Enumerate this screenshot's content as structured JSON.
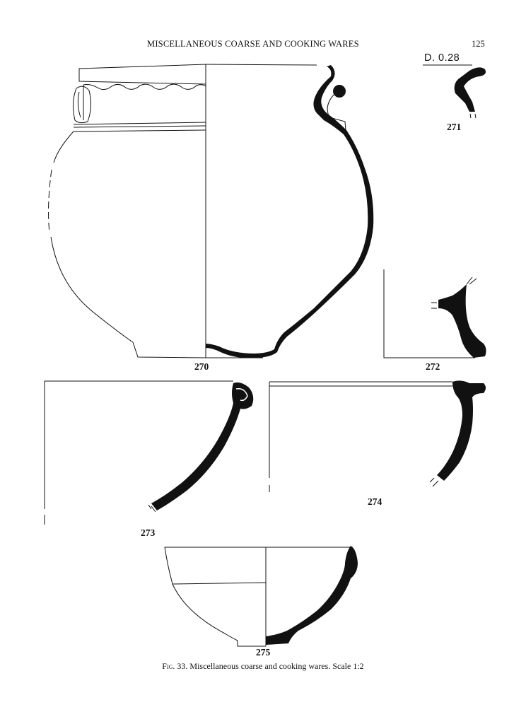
{
  "header": {
    "running_title": "MISCELLANEOUS COARSE AND COOKING WARES",
    "page_number": "125"
  },
  "figure": {
    "diameter_label": "D. 0.28",
    "items": [
      {
        "number": "270"
      },
      {
        "number": "271"
      },
      {
        "number": "272"
      },
      {
        "number": "273"
      },
      {
        "number": "274"
      },
      {
        "number": "275"
      }
    ],
    "caption": {
      "prefix": "Fig.",
      "text": " 33. Miscellaneous coarse and cooking wares. Scale 1:2"
    }
  }
}
